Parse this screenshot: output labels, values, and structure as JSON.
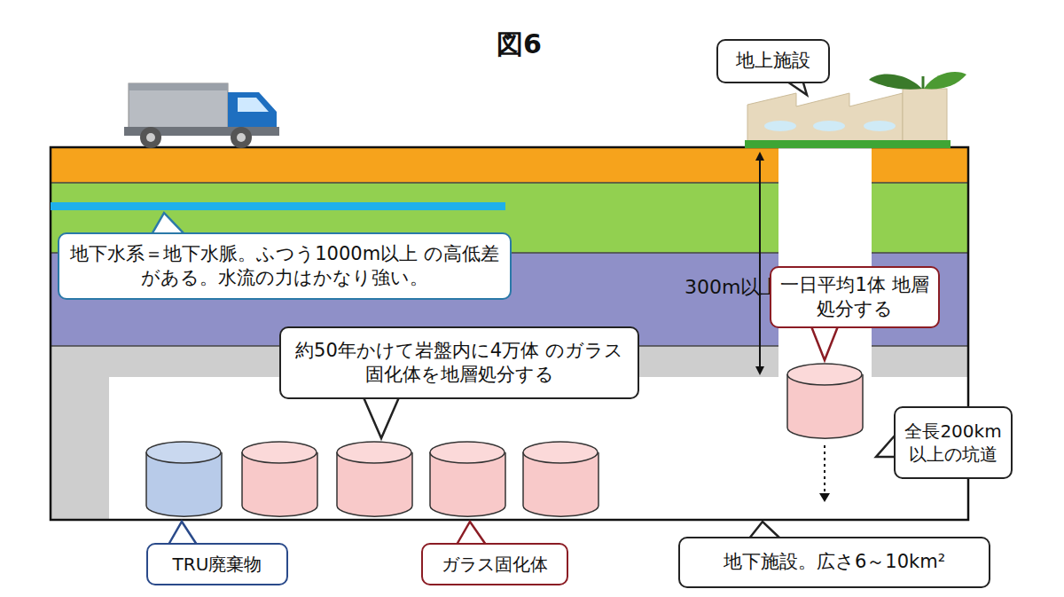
{
  "diagram": {
    "title": "図6",
    "nodes": [
      {
        "text": [
          "地上施設"
        ]
      },
      {
        "text": [
          "地下水系＝地下水脈。ふつう1000m以上 の高低差がある。水流の力はかなり強い。"
        ]
      },
      {
        "text": [
          "一日平均1体 地層処分する"
        ]
      },
      {
        "text": [
          "約50年かけて岩盤内に4万体 のガラス固化体を地層処分する"
        ]
      },
      {
        "text": [
          "全長200km 以上の坑道"
        ]
      },
      {
        "text": [
          "TRU廃棄物"
        ]
      },
      {
        "text": [
          "ガラス固化体"
        ]
      },
      {
        "text": [
          "地下施設。広さ6～10km²"
        ]
      }
    ],
    "labels": [
      "300m以上"
    ]
  }
}
